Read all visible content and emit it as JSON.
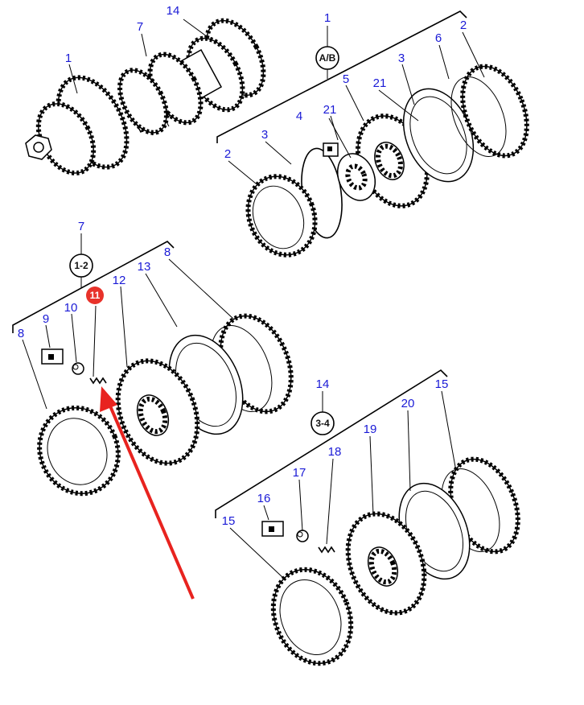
{
  "diagram": {
    "callouts": {
      "shaft_14": "14",
      "shaft_7": "7",
      "shaft_1": "1",
      "ab_1": "1",
      "ab_2": "2",
      "ab_6": "6",
      "ab_3": "3",
      "ab_5": "5",
      "ab_21a": "21",
      "ab_21b": "21",
      "ab_4": "4",
      "ab_3b": "3",
      "ab_2b": "2",
      "g12_7": "7",
      "g12_8a": "8",
      "g12_13": "13",
      "g12_12": "12",
      "g12_10": "10",
      "g12_9": "9",
      "g12_8b": "8",
      "g34_14": "14",
      "g34_15a": "15",
      "g34_20": "20",
      "g34_19": "19",
      "g34_18": "18",
      "g34_17": "17",
      "g34_16": "16",
      "g34_15b": "15"
    },
    "group_labels": {
      "ab": "A/B",
      "one_two": "1-2",
      "three_four": "3-4"
    },
    "highlight": {
      "label": "11",
      "color": "#e8322a"
    },
    "arrow_color": "#e8231f",
    "callout_color": "#1a1ad6"
  }
}
